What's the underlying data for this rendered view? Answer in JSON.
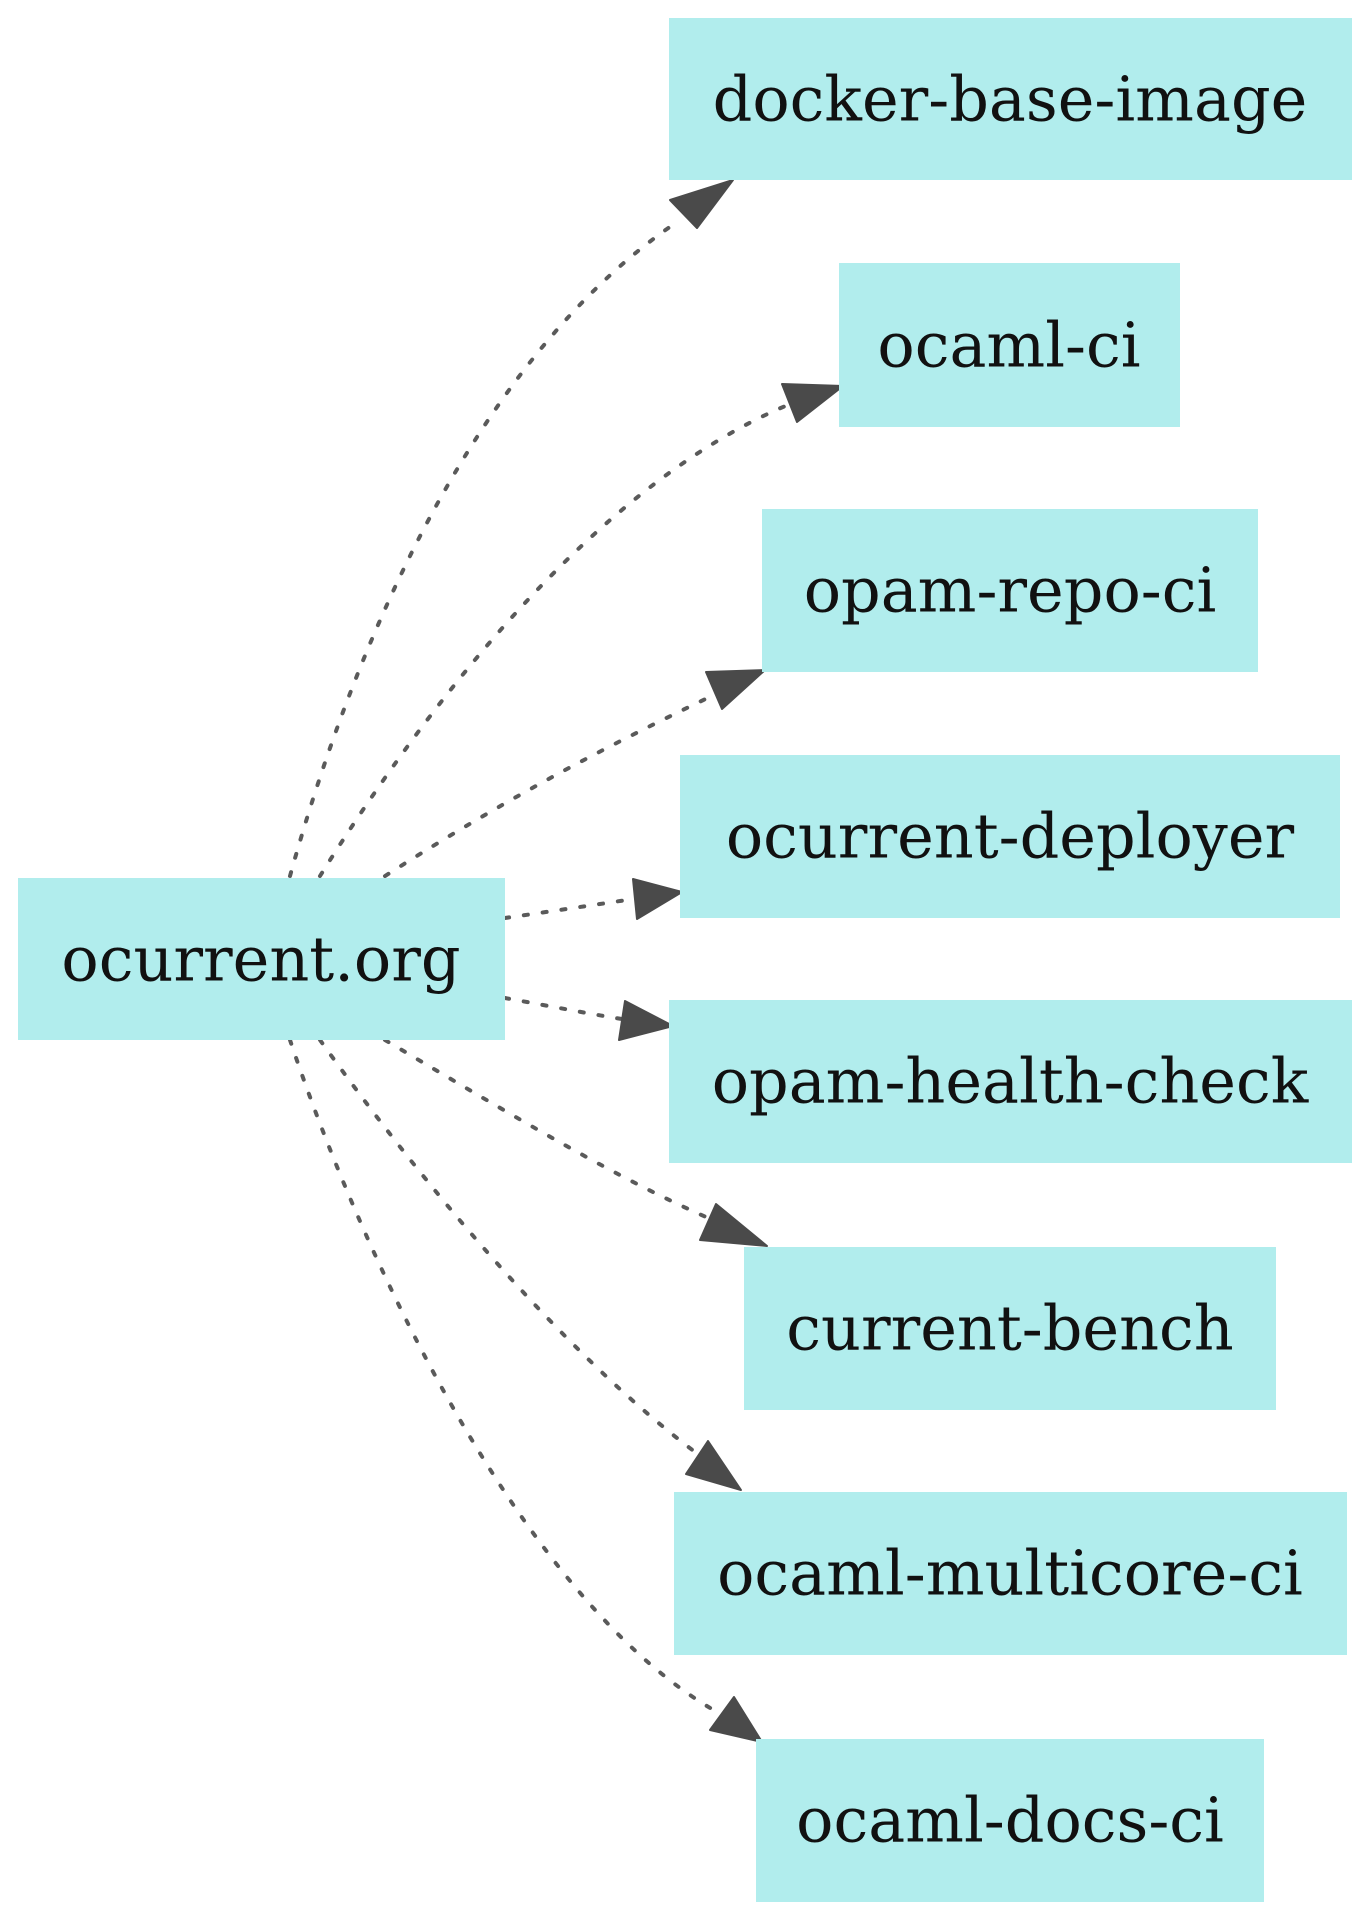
{
  "style": {
    "node_fill": "#b1eded",
    "edge_color": "#4a4a4a",
    "edge_style": "dotted",
    "background": "#ffffff"
  },
  "diagram": {
    "source": {
      "label": "ocurrent.org"
    },
    "targets": [
      {
        "label": "docker-base-image"
      },
      {
        "label": "ocaml-ci"
      },
      {
        "label": "opam-repo-ci"
      },
      {
        "label": "ocurrent-deployer"
      },
      {
        "label": "opam-health-check"
      },
      {
        "label": "current-bench"
      },
      {
        "label": "ocaml-multicore-ci"
      },
      {
        "label": "ocaml-docs-ci"
      }
    ]
  }
}
